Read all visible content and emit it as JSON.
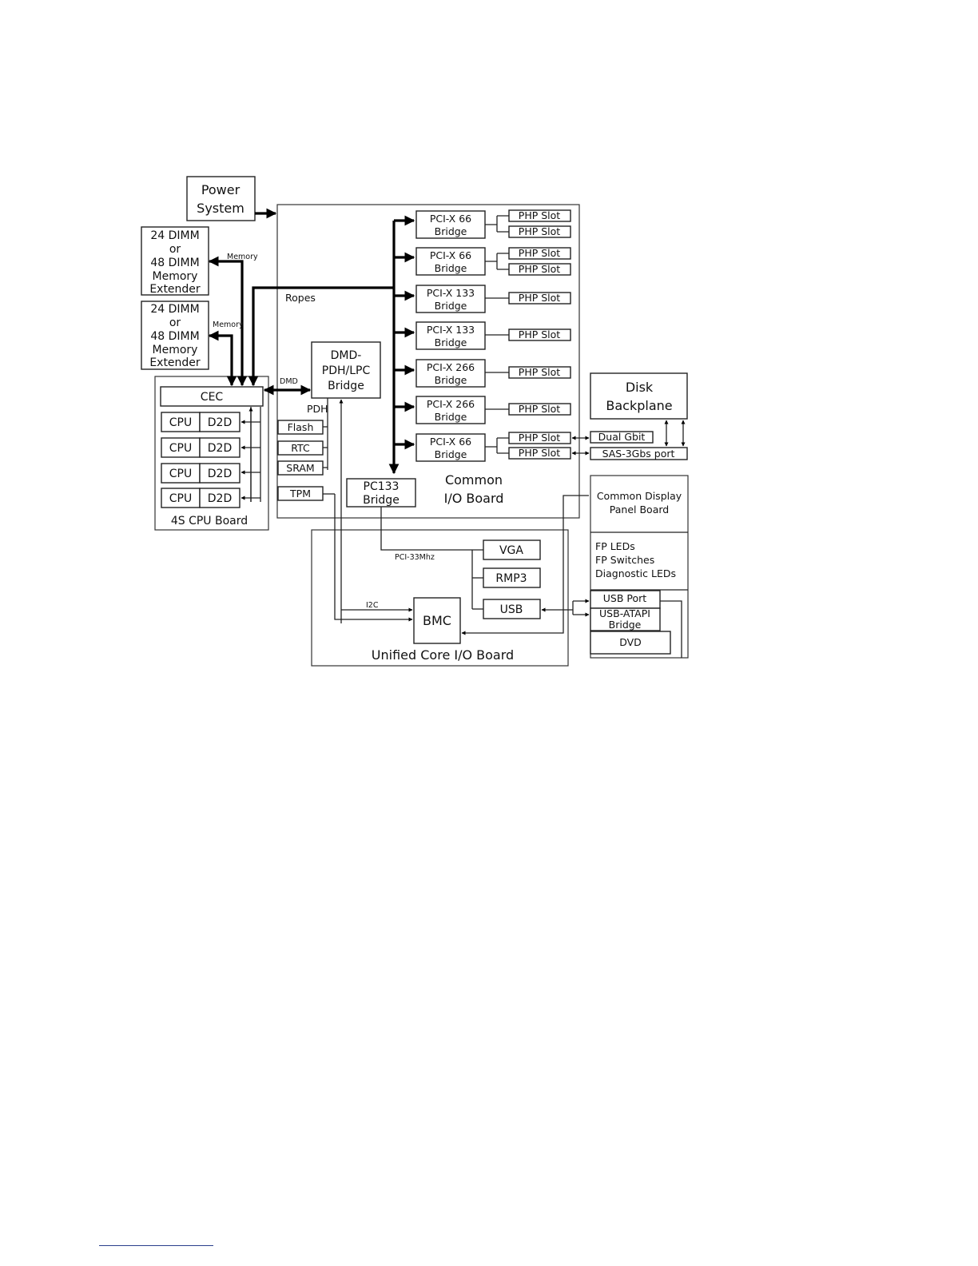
{
  "power_system": [
    "Power",
    "System"
  ],
  "memory_extender_1": [
    "24 DIMM",
    "or",
    "48 DIMM",
    "Memory",
    "Extender"
  ],
  "memory_extender_2": [
    "24 DIMM",
    "or",
    "48 DIMM",
    "Memory",
    "Extender"
  ],
  "labels": {
    "memory_1": "Memory",
    "memory_2": "Memory",
    "ropes": "Ropes",
    "dmd": "DMD",
    "pdh": "PDH",
    "pci_33": "PCI-33Mhz",
    "i2c": "I2C"
  },
  "cpu_board": {
    "title": "4S CPU Board",
    "cec": "CEC",
    "cpu": "CPU",
    "d2d": "D2D"
  },
  "dmd_bridge": [
    "DMD-",
    "PDH/LPC",
    "Bridge"
  ],
  "pdh_devices": [
    "Flash",
    "RTC",
    "SRAM",
    "TPM"
  ],
  "pci_bridges": [
    {
      "name": "PCI-X 66",
      "sub": "Bridge"
    },
    {
      "name": "PCI-X 66",
      "sub": "Bridge"
    },
    {
      "name": "PCI-X 133",
      "sub": "Bridge"
    },
    {
      "name": "PCI-X 133",
      "sub": "Bridge"
    },
    {
      "name": "PCI-X 266",
      "sub": "Bridge"
    },
    {
      "name": "PCI-X 266",
      "sub": "Bridge"
    },
    {
      "name": "PCI-X 66",
      "sub": "Bridge"
    }
  ],
  "php_slot": "PHP Slot",
  "pc133_bridge": [
    "PC133",
    "Bridge"
  ],
  "common_io_board": [
    "Common",
    "I/O Board"
  ],
  "disk_backplane": [
    "Disk",
    "Backplane"
  ],
  "dual_gbit": "Dual Gbit",
  "sas_port": "SAS-3Gbs port",
  "display_panel": {
    "title": [
      "Common Display",
      "Panel Board"
    ],
    "items": [
      "FP LEDs",
      "FP Switches",
      "Diagnostic LEDs"
    ],
    "usb_port": "USB Port",
    "usb_atapi": [
      "USB-ATAPI",
      "Bridge"
    ],
    "dvd": "DVD"
  },
  "unified_core": {
    "title": "Unified Core I/O Board",
    "vga": "VGA",
    "rmp3": "RMP3",
    "usb": "USB",
    "bmc": "BMC"
  }
}
